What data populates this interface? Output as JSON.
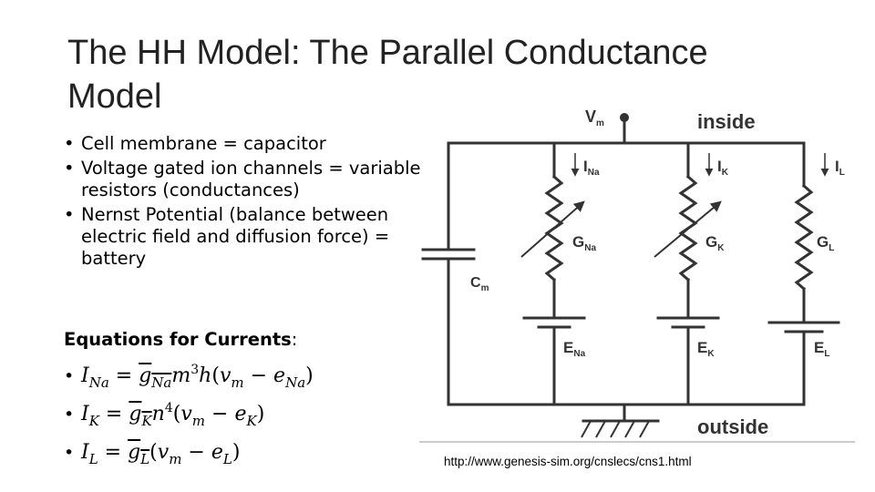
{
  "slide": {
    "title": "The HH Model: The Parallel Conductance Model",
    "bullets": [
      "Cell membrane = capacitor",
      "Voltage gated ion channels = variable resistors (conductances)",
      "Nernst Potential (balance between electric field and diffusion force) = battery"
    ],
    "equations_heading": "Equations for Currents",
    "equations_heading_colon": ":",
    "source": "http://www.genesis-sim.org/cnslecs/cns1.html"
  },
  "circuit": {
    "vm_label": "V",
    "vm_sub": "m",
    "inside_label": "inside",
    "outside_label": "outside",
    "cm_label": "C",
    "cm_sub": "m",
    "current_na": "I",
    "current_na_sub": "Na",
    "current_k": "I",
    "current_k_sub": "K",
    "current_l": "I",
    "current_l_sub": "L",
    "g_na": "G",
    "g_na_sub": "Na",
    "g_k": "G",
    "g_k_sub": "K",
    "g_l": "G",
    "g_l_sub": "L",
    "e_na": "E",
    "e_na_sub": "Na",
    "e_k": "E",
    "e_k_sub": "K",
    "e_l": "E",
    "e_l_sub": "L"
  }
}
